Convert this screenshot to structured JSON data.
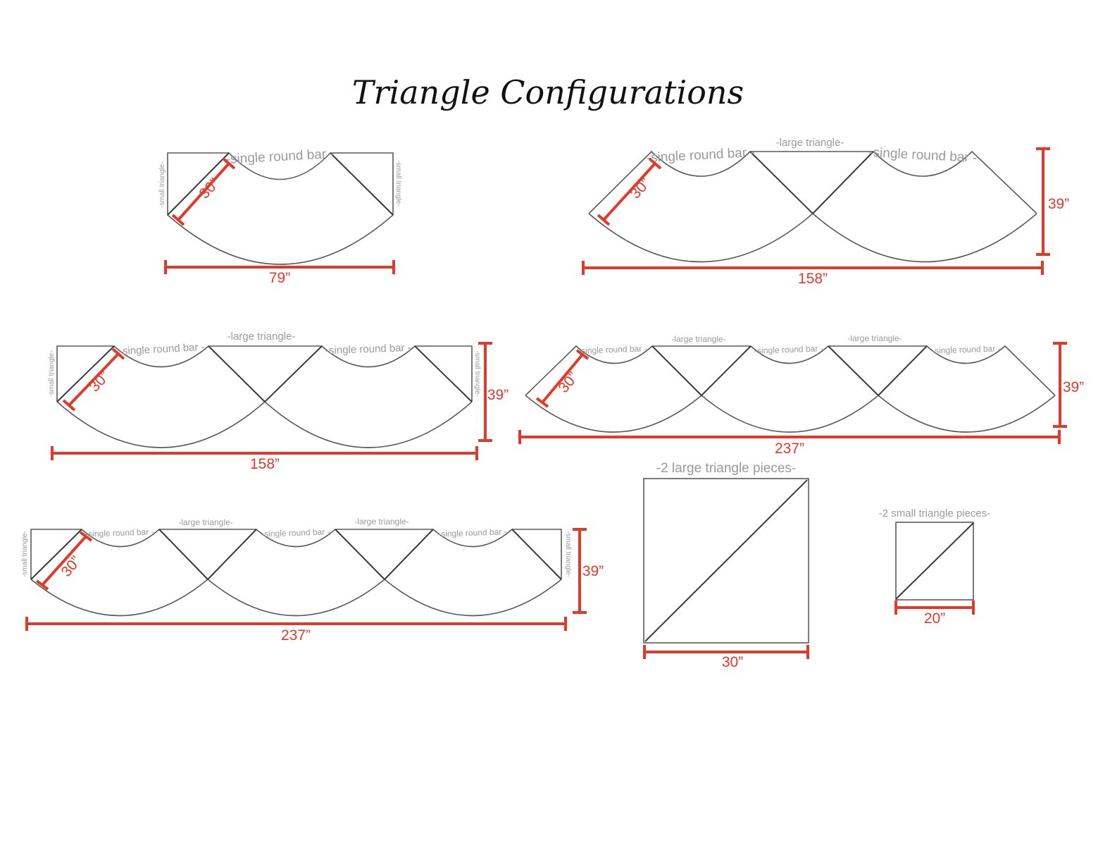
{
  "title": "Triangle Configurations",
  "labels": {
    "single_round_bar": "-single round bar -",
    "large_triangle": "-large triangle-",
    "small_triangle": "-small triangle-",
    "two_large_pieces": "-2 large triangle pieces-",
    "two_small_pieces": "-2 small triangle pieces-"
  },
  "dimensions": {
    "d30": "30”",
    "d79": "79”",
    "d158": "158”",
    "d39": "39”",
    "d237": "237”",
    "d20": "20”"
  },
  "colors": {
    "measure": "#e23a2a",
    "outline": "#5a5a5a",
    "label": "#9a9a9a",
    "title": "#111111"
  }
}
